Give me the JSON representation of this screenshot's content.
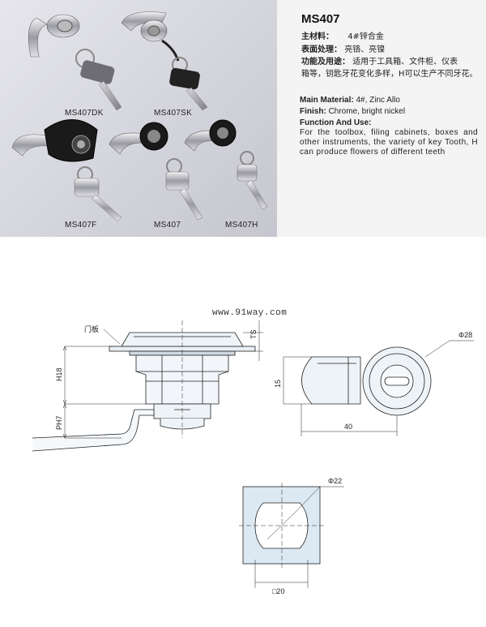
{
  "product": {
    "model": "MS407",
    "cn_material_label": "主材料：",
    "cn_material_value": "4#锌合金",
    "cn_finish_label": "表面处理：",
    "cn_finish_value": "亮铬、亮镍",
    "cn_function_label": "功能及用途：",
    "cn_function_value_1": "适用于工具箱、文件柜、仪表",
    "cn_function_value_2": "箱等，钥匙牙花变化多样，H可以生产不同牙花。",
    "en_material_label": "Main Material:",
    "en_material_value": "4#, Zinc Allo",
    "en_finish_label": "Finish:",
    "en_finish_value": "Chrome, bright nickel",
    "en_function_label": "Function And Use:",
    "en_function_value": "For the toolbox, filing cabinets, boxes and other instruments, the variety of key Tooth, H can produce flowers of different teeth"
  },
  "photo_labels": [
    "MS407DK",
    "MS407SK",
    "MS407F",
    "MS407",
    "MS407H"
  ],
  "watermark": "www.91way.com",
  "drawing": {
    "panel_label": "门板",
    "dim_ts": "TS",
    "dim_h18": "H18",
    "dim_ph7": "PH7",
    "dim_15": "15",
    "dim_40": "40",
    "dim_phi28": "Φ28",
    "dim_phi22": "Φ22",
    "dim_sq20": "□20"
  }
}
